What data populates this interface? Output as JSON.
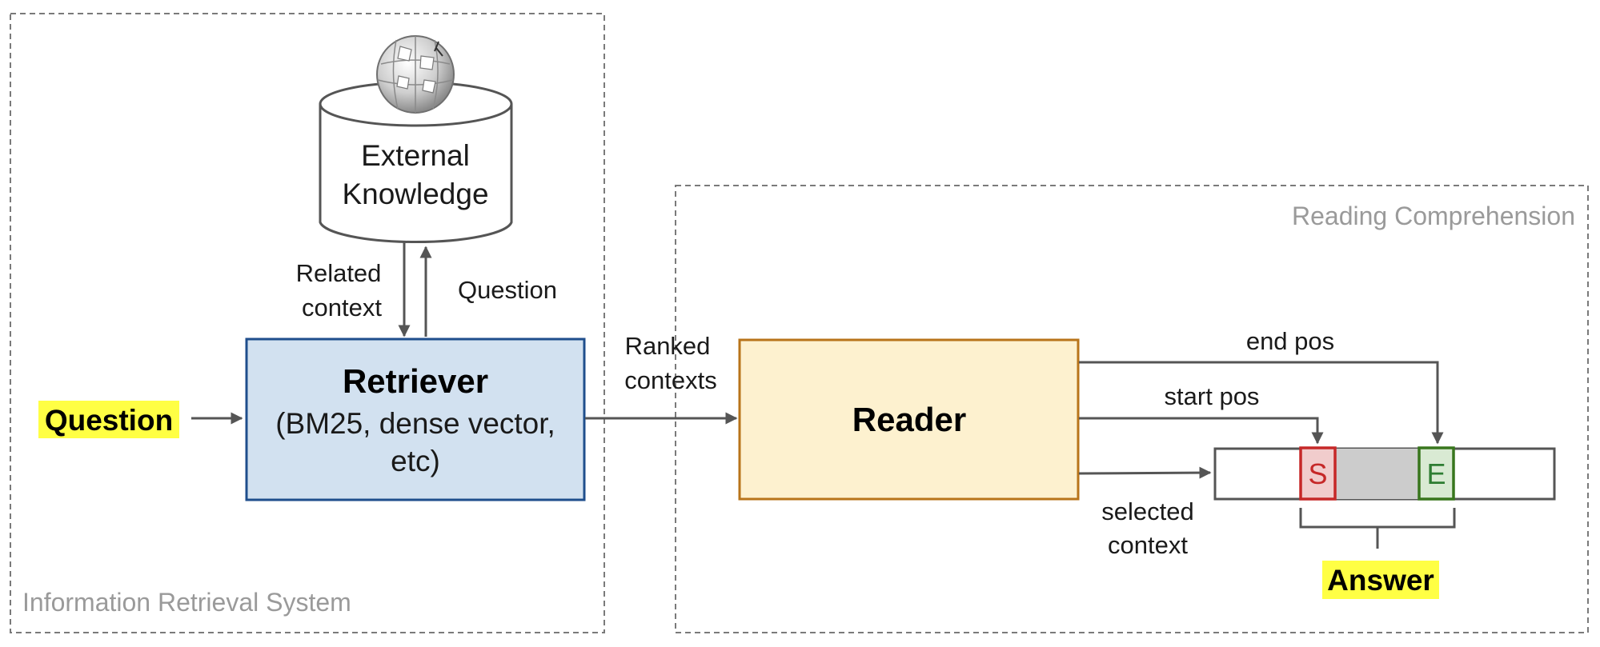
{
  "sections": {
    "ir_system": "Information Retrieval System",
    "reading_comprehension": "Reading Comprehension"
  },
  "nodes": {
    "question": "Question",
    "knowledge_line1": "External",
    "knowledge_line2": "Knowledge",
    "retriever_title": "Retriever",
    "retriever_line2": "(BM25, dense vector,",
    "retriever_line3": "etc)",
    "reader_title": "Reader",
    "answer": "Answer",
    "token_start": "S",
    "token_end": "E"
  },
  "edges": {
    "related_context_line1": "Related",
    "related_context_line2": "context",
    "question_up": "Question",
    "ranked_line1": "Ranked",
    "ranked_line2": "contexts",
    "end_pos": "end pos",
    "start_pos": "start pos",
    "selected_line1": "selected",
    "selected_line2": "context"
  },
  "colors": {
    "highlight": "#ffff44",
    "retriever_fill": "#d2e1f0",
    "retriever_border": "#1f4e8c",
    "reader_fill": "#fdf1cf",
    "reader_border": "#b8741a",
    "token_start_fill": "#f1cccc",
    "token_start_border": "#c62828",
    "token_end_fill": "#d9ead3",
    "token_end_border": "#38761d",
    "span_fill": "#cccccc"
  },
  "icons": {
    "knowledge_source": "wikipedia-globe-icon"
  }
}
